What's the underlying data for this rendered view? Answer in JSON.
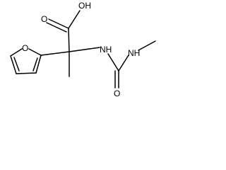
{
  "diagram": {
    "type": "chemical-structure",
    "atoms": {
      "hydroxyl": "OH",
      "carbonyl_oxygen_acid": "O",
      "alpha_nh": "NH",
      "furan_oxygen": "O",
      "methyl_nh": "NH",
      "urea_oxygen": "O"
    }
  }
}
